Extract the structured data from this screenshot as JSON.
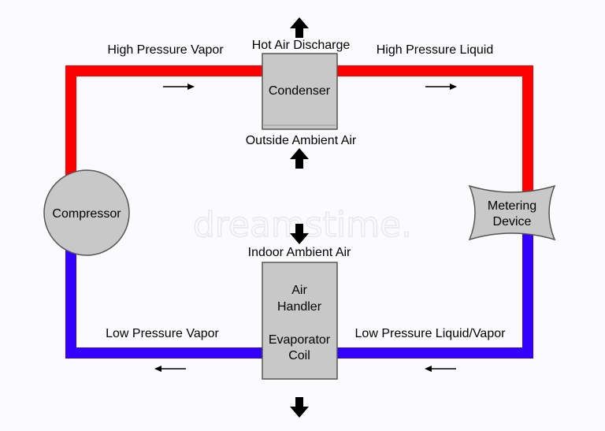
{
  "colors": {
    "high_pressure_line": "#ff0000",
    "low_pressure_line": "#3300ff",
    "component_fill": "#c8c8c8",
    "component_stroke": "#555555",
    "arrow_fill": "#000000",
    "background": "#fbfbfd"
  },
  "components": {
    "condenser": "Condenser",
    "compressor": "Compressor",
    "metering_device_line1": "Metering",
    "metering_device_line2": "Device",
    "air_handler_line1": "Air",
    "air_handler_line2": "Handler",
    "evaporator_line1": "Evaporator",
    "evaporator_line2": "Coil"
  },
  "labels": {
    "hot_air_discharge": "Hot Air Discharge",
    "outside_ambient_air": "Outside Ambient Air",
    "indoor_ambient_air": "Indoor Ambient Air",
    "high_pressure_vapor": "High Pressure Vapor",
    "high_pressure_liquid": "High Pressure Liquid",
    "low_pressure_vapor": "Low Pressure Vapor",
    "low_pressure_liquid_vapor": "Low Pressure Liquid/Vapor"
  },
  "watermark": "dreamstime.",
  "icons": {
    "flow_arrow": "flow-arrow-icon",
    "air_arrow": "block-arrow-icon"
  }
}
